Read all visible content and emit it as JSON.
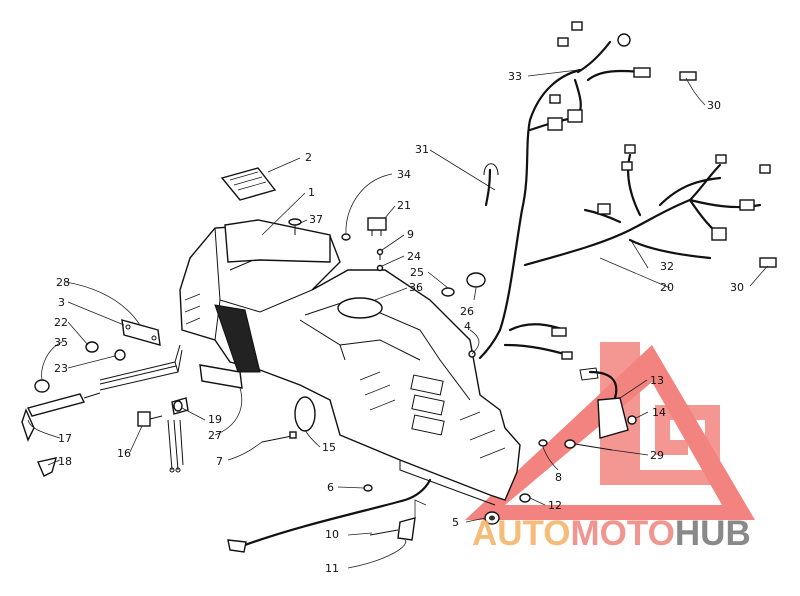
{
  "callouts": [
    {
      "id": "label-1",
      "text": "1"
    },
    {
      "id": "label-2",
      "text": "2"
    },
    {
      "id": "label-3",
      "text": "3"
    },
    {
      "id": "label-4",
      "text": "4"
    },
    {
      "id": "label-5",
      "text": "5"
    },
    {
      "id": "label-6",
      "text": "6"
    },
    {
      "id": "label-7",
      "text": "7"
    },
    {
      "id": "label-8",
      "text": "8"
    },
    {
      "id": "label-9",
      "text": "9"
    },
    {
      "id": "label-10",
      "text": "10"
    },
    {
      "id": "label-11",
      "text": "11"
    },
    {
      "id": "label-12",
      "text": "12"
    },
    {
      "id": "label-13",
      "text": "13"
    },
    {
      "id": "label-14",
      "text": "14"
    },
    {
      "id": "label-15",
      "text": "15"
    },
    {
      "id": "label-16",
      "text": "16"
    },
    {
      "id": "label-17",
      "text": "17"
    },
    {
      "id": "label-18",
      "text": "18"
    },
    {
      "id": "label-19",
      "text": "19"
    },
    {
      "id": "label-20",
      "text": "20"
    },
    {
      "id": "label-21",
      "text": "21"
    },
    {
      "id": "label-22",
      "text": "22"
    },
    {
      "id": "label-23",
      "text": "23"
    },
    {
      "id": "label-24",
      "text": "24"
    },
    {
      "id": "label-25",
      "text": "25"
    },
    {
      "id": "label-26",
      "text": "26"
    },
    {
      "id": "label-27",
      "text": "27"
    },
    {
      "id": "label-28",
      "text": "28"
    },
    {
      "id": "label-29",
      "text": "29"
    },
    {
      "id": "label-30a",
      "text": "30"
    },
    {
      "id": "label-30b",
      "text": "30"
    },
    {
      "id": "label-31",
      "text": "31"
    },
    {
      "id": "label-32",
      "text": "32"
    },
    {
      "id": "label-33",
      "text": "33"
    },
    {
      "id": "label-34",
      "text": "34"
    },
    {
      "id": "label-35",
      "text": "35"
    },
    {
      "id": "label-36",
      "text": "36"
    },
    {
      "id": "label-37",
      "text": "37"
    }
  ],
  "watermark": {
    "part1": "AUTO",
    "part2": "MOTO",
    "part3": "HUB",
    "color_part1": "#f5b56a",
    "color_part2": "#f08a84",
    "color_part3": "#7c7c7c",
    "logo_color": "#ef5a55"
  }
}
